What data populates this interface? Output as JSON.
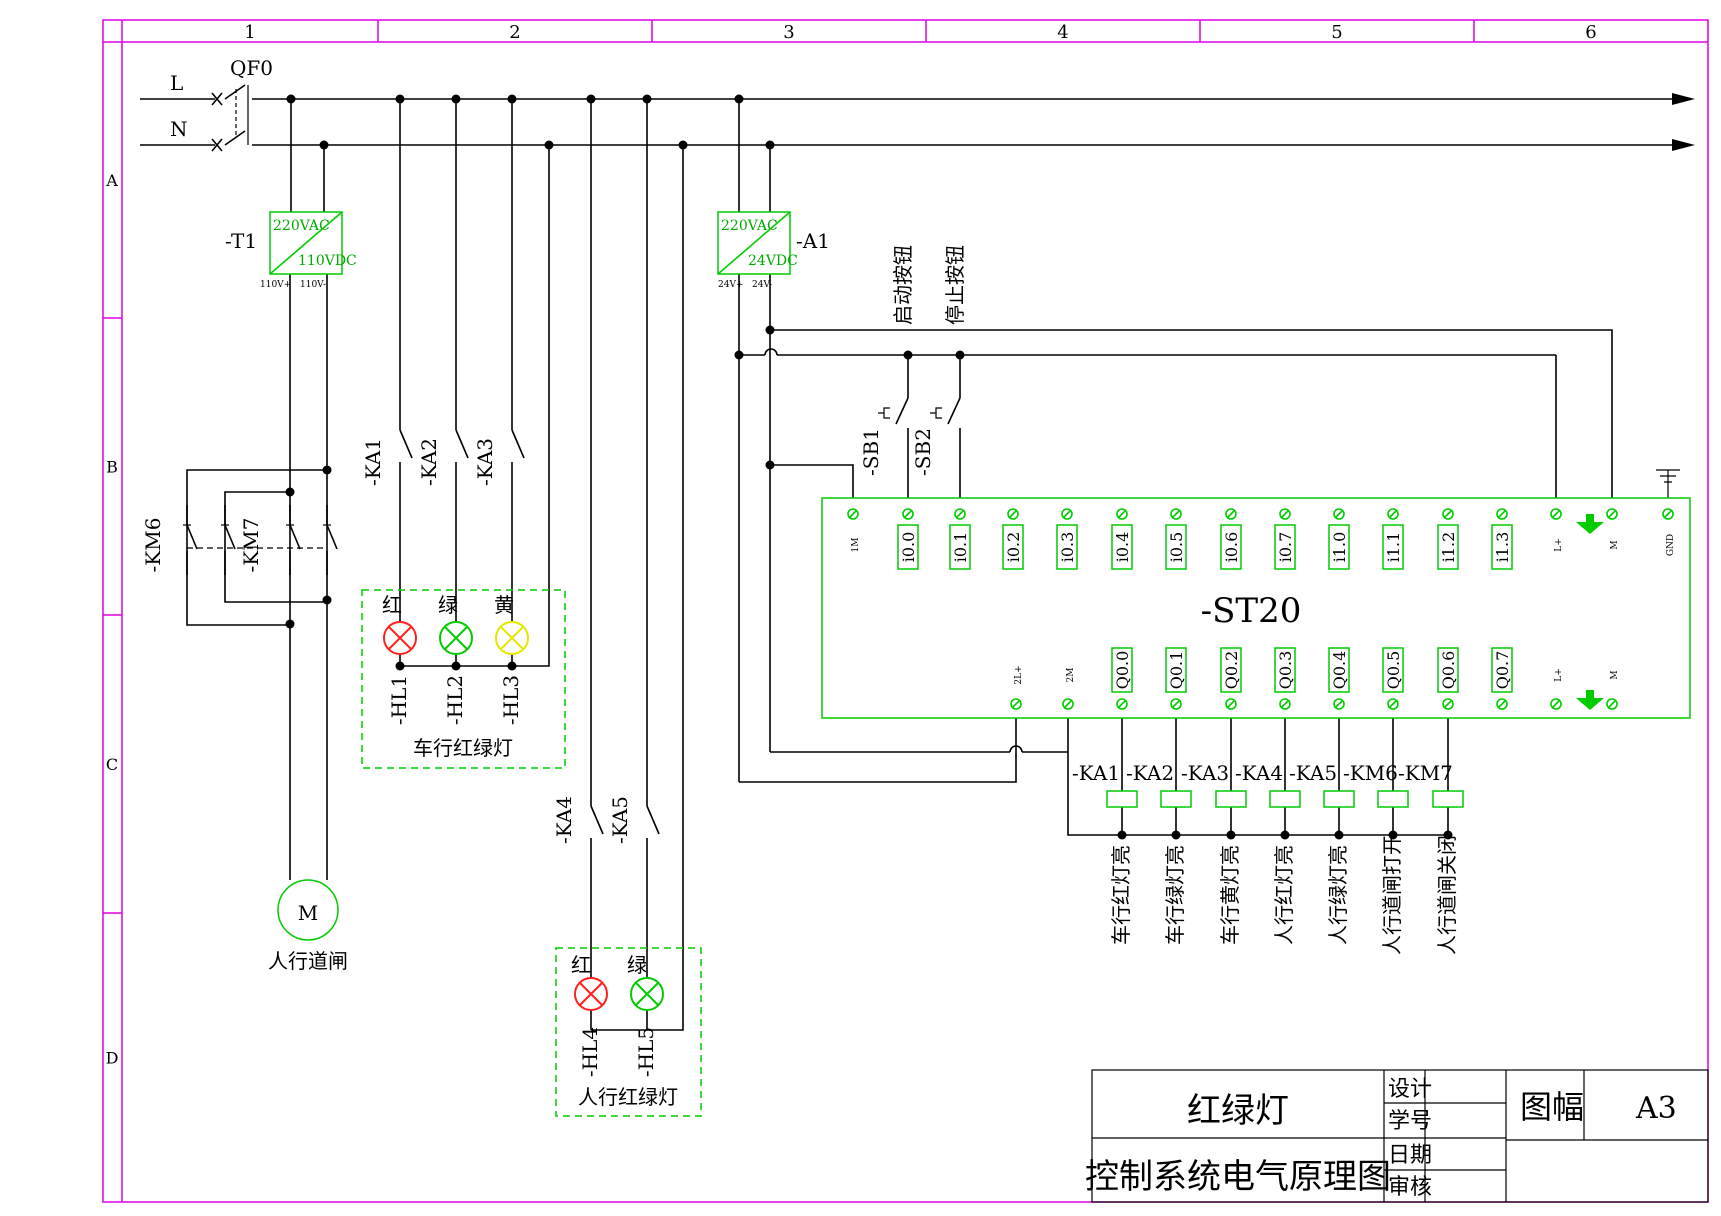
{
  "grid": {
    "columns": [
      "1",
      "2",
      "3",
      "4",
      "5",
      "6"
    ],
    "rows": [
      "A",
      "B",
      "C",
      "D"
    ]
  },
  "mains": {
    "line": "L",
    "neutral": "N",
    "breaker": "QF0"
  },
  "transformer": {
    "tag": "-T1",
    "input": "220VAC",
    "output": "110VDC",
    "pos": "110V+",
    "neg": "110V-"
  },
  "psu": {
    "tag": "-A1",
    "input": "220VAC",
    "output": "24VDC",
    "pos": "24V+",
    "neg": "24V-"
  },
  "contactors": [
    "-KM6",
    "-KM7"
  ],
  "relays_car": [
    "-KA1",
    "-KA2",
    "-KA3"
  ],
  "relays_ped": [
    "-KA4",
    "-KA5"
  ],
  "motor": {
    "symbol": "M",
    "caption": "人行道闸"
  },
  "car_lights": {
    "caption": "车行红绿灯",
    "lamps": [
      {
        "color_label": "红",
        "tag": "-HL1",
        "color": "#ff2020"
      },
      {
        "color_label": "绿",
        "tag": "-HL2",
        "color": "#00cc00"
      },
      {
        "color_label": "黄",
        "tag": "-HL3",
        "color": "#e6e600"
      }
    ]
  },
  "ped_lights": {
    "caption": "人行红绿灯",
    "lamps": [
      {
        "color_label": "红",
        "tag": "-HL4",
        "color": "#ff2020"
      },
      {
        "color_label": "绿",
        "tag": "-HL5",
        "color": "#00cc00"
      }
    ]
  },
  "buttons": [
    {
      "tag": "-SB1",
      "caption": "启动按钮"
    },
    {
      "tag": "-SB2",
      "caption": "停止按钮"
    }
  ],
  "plc": {
    "tag": "-ST20",
    "input_common": "1M",
    "inputs": [
      "i0.0",
      "i0.1",
      "i0.2",
      "i0.3",
      "i0.4",
      "i0.5",
      "i0.6",
      "i0.7",
      "i1.0",
      "i1.1",
      "i1.2",
      "i1.3"
    ],
    "supply": [
      "L+",
      "M",
      "GND"
    ],
    "output_commons": [
      "2L+",
      "2M"
    ],
    "outputs": [
      "Q0.0",
      "Q0.1",
      "Q0.2",
      "Q0.3",
      "Q0.4",
      "Q0.5",
      "Q0.6",
      "Q0.7"
    ],
    "output_supply": [
      "L+",
      "M"
    ]
  },
  "coils": [
    {
      "tag": "-KA1",
      "caption": "车行红灯亮"
    },
    {
      "tag": "-KA2",
      "caption": "车行绿灯亮"
    },
    {
      "tag": "-KA3",
      "caption": "车行黄灯亮"
    },
    {
      "tag": "-KA4",
      "caption": "人行红灯亮"
    },
    {
      "tag": "-KA5",
      "caption": "人行绿灯亮"
    },
    {
      "tag": "-KM6",
      "caption": "人行道闸打开"
    },
    {
      "tag": "-KM7",
      "caption": "人行道闸关闭"
    }
  ],
  "title_block": {
    "title": "红绿灯",
    "subtitle": "控制系统电气原理图",
    "fields": [
      "设计",
      "学号",
      "日期",
      "审核"
    ],
    "size_label": "图幅",
    "size_value": "A3"
  },
  "colors": {
    "frame": "#e000e0",
    "component": "#00cc00",
    "wire": "#000000",
    "arrow_fill": "#00cc00"
  }
}
